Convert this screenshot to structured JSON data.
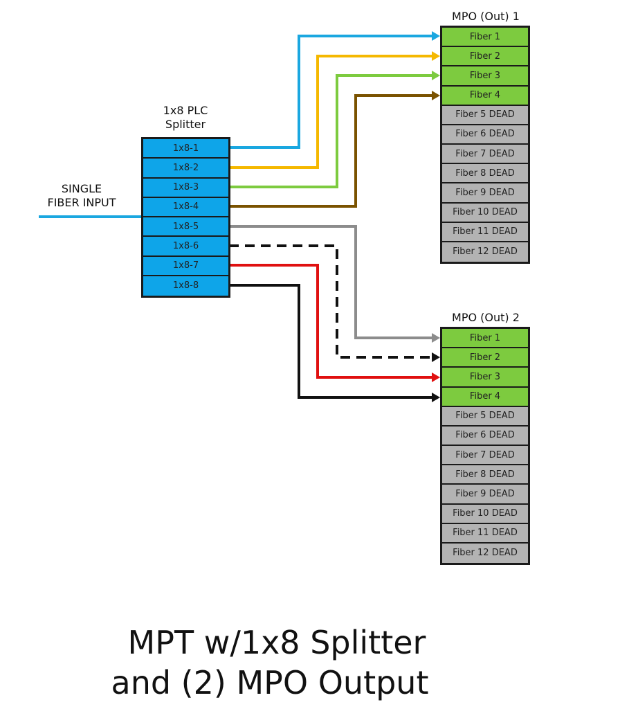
{
  "input_label_line1": "SINGLE",
  "input_label_line2": "FIBER INPUT",
  "splitter": {
    "title_line1": "1x8 PLC",
    "title_line2": "Splitter",
    "ports": [
      "1x8-1",
      "1x8-2",
      "1x8-3",
      "1x8-4",
      "1x8-5",
      "1x8-6",
      "1x8-7",
      "1x8-8"
    ]
  },
  "mpo1": {
    "title": "MPO (Out) 1",
    "fibers": [
      {
        "label": "Fiber 1",
        "status": "live"
      },
      {
        "label": "Fiber 2",
        "status": "live"
      },
      {
        "label": "Fiber 3",
        "status": "live"
      },
      {
        "label": "Fiber 4",
        "status": "live"
      },
      {
        "label": "Fiber 5 DEAD",
        "status": "dead"
      },
      {
        "label": "Fiber 6 DEAD",
        "status": "dead"
      },
      {
        "label": "Fiber 7 DEAD",
        "status": "dead"
      },
      {
        "label": "Fiber 8 DEAD",
        "status": "dead"
      },
      {
        "label": "Fiber 9 DEAD",
        "status": "dead"
      },
      {
        "label": "Fiber 10 DEAD",
        "status": "dead"
      },
      {
        "label": "Fiber 11 DEAD",
        "status": "dead"
      },
      {
        "label": "Fiber 12 DEAD",
        "status": "dead"
      }
    ]
  },
  "mpo2": {
    "title": "MPO (Out) 2",
    "fibers": [
      {
        "label": "Fiber 1",
        "status": "live"
      },
      {
        "label": "Fiber 2",
        "status": "live"
      },
      {
        "label": "Fiber 3",
        "status": "live"
      },
      {
        "label": "Fiber 4",
        "status": "live"
      },
      {
        "label": "Fiber 5 DEAD",
        "status": "dead"
      },
      {
        "label": "Fiber 6 DEAD",
        "status": "dead"
      },
      {
        "label": "Fiber 7 DEAD",
        "status": "dead"
      },
      {
        "label": "Fiber 8 DEAD",
        "status": "dead"
      },
      {
        "label": "Fiber 9 DEAD",
        "status": "dead"
      },
      {
        "label": "Fiber 10 DEAD",
        "status": "dead"
      },
      {
        "label": "Fiber 11 DEAD",
        "status": "dead"
      },
      {
        "label": "Fiber 12 DEAD",
        "status": "dead"
      }
    ]
  },
  "connections": [
    {
      "from": "1x8-1",
      "to": "MPO (Out) 1 / Fiber 1",
      "color": "#1aa7e0",
      "style": "solid"
    },
    {
      "from": "1x8-2",
      "to": "MPO (Out) 1 / Fiber 2",
      "color": "#f5b800",
      "style": "solid"
    },
    {
      "from": "1x8-3",
      "to": "MPO (Out) 1 / Fiber 3",
      "color": "#7dcb3f",
      "style": "solid"
    },
    {
      "from": "1x8-4",
      "to": "MPO (Out) 1 / Fiber 4",
      "color": "#7a5200",
      "style": "solid"
    },
    {
      "from": "1x8-5",
      "to": "MPO (Out) 2 / Fiber 1",
      "color": "#8c8c8c",
      "style": "solid"
    },
    {
      "from": "1x8-6",
      "to": "MPO (Out) 2 / Fiber 2",
      "color": "#111111",
      "style": "dashed"
    },
    {
      "from": "1x8-7",
      "to": "MPO (Out) 2 / Fiber 3",
      "color": "#e01010",
      "style": "solid"
    },
    {
      "from": "1x8-8",
      "to": "MPO (Out) 2 / Fiber 4",
      "color": "#111111",
      "style": "solid"
    }
  ],
  "input_line_color": "#1aa7e0",
  "title_line1": "MPT w/1x8 Splitter",
  "title_line2": "and (2) MPO Output"
}
